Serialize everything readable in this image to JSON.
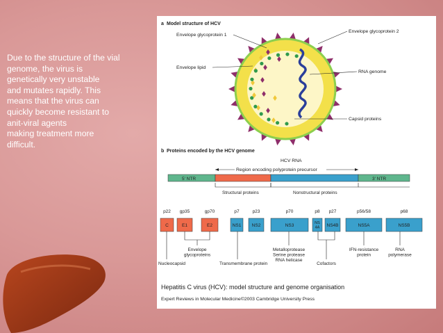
{
  "side_text": "Due to the structure of the vial\ngenome, the virus is\ngenetically very unstable\nand mutates rapidly.  This\nmeans that the virus can\nquickly become resistant to\nanit-viral agents\nmaking treatment  more\ndifficult.",
  "panel_a": {
    "letter": "a",
    "title": "Model structure of HCV",
    "labels": {
      "glyco1": "Envelope glycoprotein 1",
      "glyco2": "Envelope glycoprotein 2",
      "lipid": "Envelope lipid",
      "rna": "RNA genome",
      "capsid": "Capsid proteins"
    }
  },
  "panel_b": {
    "letter": "b",
    "title": "Proteins encoded by the HCV genome",
    "hcv_rna": "HCV RNA",
    "region": "Region encoding polyprotein precursor",
    "ntr5": "5' NTR",
    "ntr3": "3' NTR",
    "structural": "Structural proteins",
    "nonstructural": "Nonstructural proteins",
    "proteins": [
      {
        "name": "C",
        "size": "p22"
      },
      {
        "name": "E1",
        "size": "gp35"
      },
      {
        "name": "E2",
        "size": "gp70"
      },
      {
        "name": "NS1",
        "size": "p7"
      },
      {
        "name": "NS2",
        "size": "p23"
      },
      {
        "name": "NS3",
        "size": "p70"
      },
      {
        "name": "NS 4A",
        "size": "p8"
      },
      {
        "name": "NS4B",
        "size": "p27"
      },
      {
        "name": "NS5A",
        "size": "p56/58"
      },
      {
        "name": "NS5B",
        "size": "p68"
      }
    ],
    "funcs": {
      "envelope": "Envelope\nglycoproteins",
      "nucleocapsid": "Nucleocapsid",
      "transmembrane": "Transmembrane protein",
      "ns3": "Metalloprotease\nSerine protease\nRNA helicase",
      "cofactors": "Cofactors",
      "ifn": "IFN-resistance\nprotein",
      "rna_pol": "RNA\npolymerase"
    }
  },
  "caption": "Hepatitis C virus (HCV): model structure and genome organisation",
  "credit": "Expert Reviews in Molecular Medicine©2003 Cambridge University Press",
  "colors": {
    "structural": "#ef6a4a",
    "nonstructural": "#3aa0cc",
    "ntr": "#5fb68d",
    "envelope_ring": "#f3e04a",
    "envelope_edge": "#8ccf4e",
    "core": "#fdf6c7",
    "glyco_purple": "#8e2e6a",
    "capsid_green": "#2f9a4c",
    "rna_blue": "#2b3f9a"
  }
}
